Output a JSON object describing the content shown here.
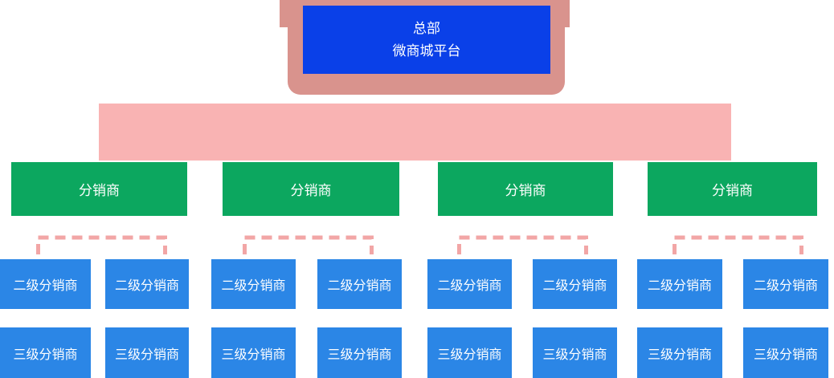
{
  "diagram": {
    "root": {
      "line1": "总部",
      "line2": "微商城平台"
    },
    "level1_nodes": [
      {
        "label": "分销商"
      },
      {
        "label": "分销商"
      },
      {
        "label": "分销商"
      },
      {
        "label": "分销商"
      }
    ],
    "level2_nodes": [
      {
        "label": "二级分销商"
      },
      {
        "label": "二级分销商"
      },
      {
        "label": "二级分销商"
      },
      {
        "label": "二级分销商"
      },
      {
        "label": "二级分销商"
      },
      {
        "label": "二级分销商"
      },
      {
        "label": "二级分销商"
      },
      {
        "label": "二级分销商"
      }
    ],
    "level3_nodes": [
      {
        "label": "三级分销商"
      },
      {
        "label": "三级分销商"
      },
      {
        "label": "三级分销商"
      },
      {
        "label": "三级分销商"
      },
      {
        "label": "三级分销商"
      },
      {
        "label": "三级分销商"
      },
      {
        "label": "三级分销商"
      },
      {
        "label": "三级分销商"
      }
    ],
    "palette": {
      "root_box_blue": "#0a40e8",
      "root_frame_salmon": "#d9938d",
      "connector_bar_pink": "#f9b3b3",
      "dashed_connector_pink": "#f2a6a6",
      "distributor_green": "#0ca75f",
      "sub_distributor_blue": "#2b86e6",
      "text_white": "#ffffff",
      "background_white": "#ffffff"
    }
  }
}
